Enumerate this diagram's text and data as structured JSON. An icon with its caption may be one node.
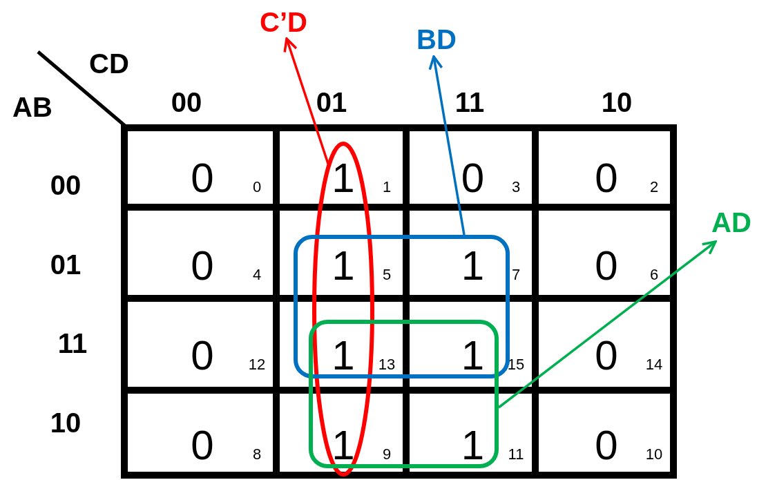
{
  "diagram": {
    "nodes": [
      {
        "text": [
          "C’D"
        ]
      },
      {
        "text": [
          "BD"
        ]
      },
      {
        "text": [
          "AD"
        ]
      },
      {
        "text": [],
        "shape": "ellipse"
      },
      {
        "text": [],
        "shape": "box"
      },
      {
        "text": [],
        "shape": "box"
      }
    ],
    "edges": [
      {
        "from": 3,
        "to": 0,
        "arrow": "to",
        "color": "#ff0000"
      },
      {
        "from": 4,
        "to": 1,
        "arrow": "to",
        "color": "#0070c0"
      },
      {
        "from": 5,
        "to": 2,
        "arrow": "to",
        "color": "#00b050"
      }
    ],
    "labels": [
      "CD",
      "AB",
      "00",
      "01",
      "11",
      "10",
      "00",
      "0",
      "0",
      "1",
      "1",
      "0",
      "3",
      "0",
      "2",
      "01",
      "0",
      "4",
      "1",
      "5",
      "1",
      "7",
      "0",
      "6",
      "11",
      "0",
      "12",
      "1",
      "13",
      "1",
      "15",
      "0",
      "14",
      "10",
      "0",
      "8",
      "1",
      "9",
      "1",
      "11",
      "0",
      "10"
    ]
  }
}
